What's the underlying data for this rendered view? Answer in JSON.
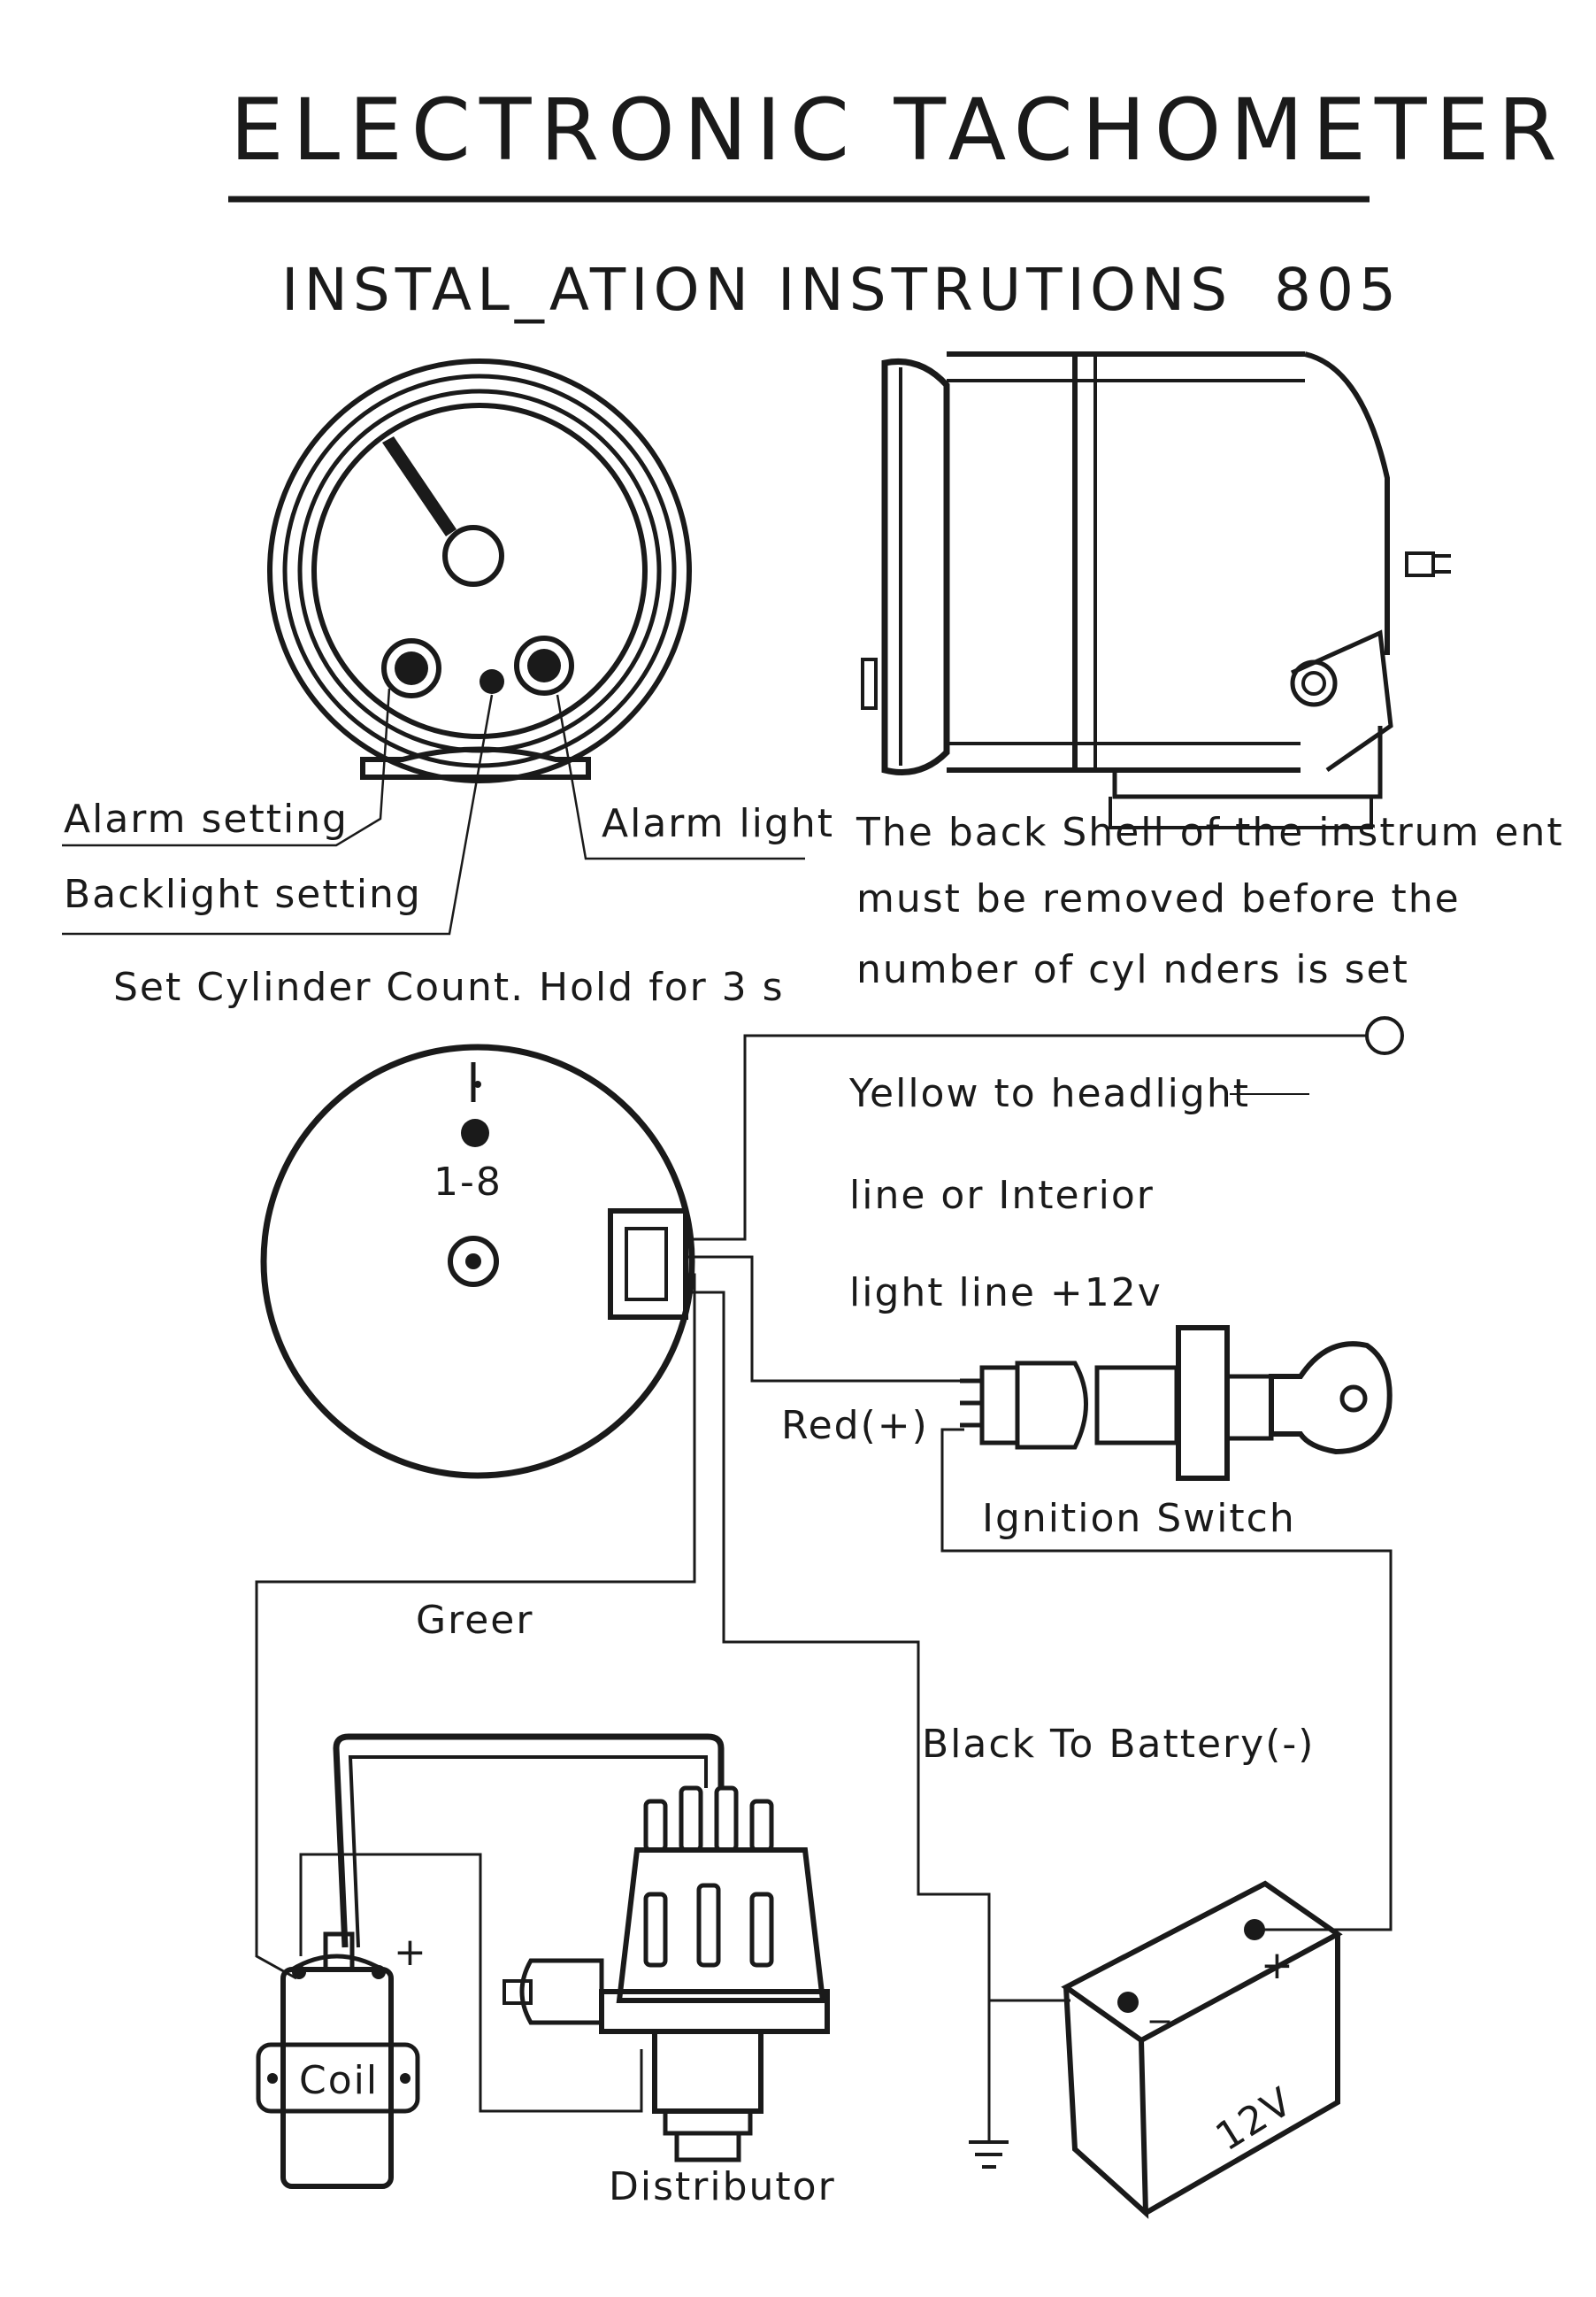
{
  "header": {
    "title": "ELECTRONIC  TACHOMETER",
    "subtitle": "INSTAL_ATION INSTRUTIONS",
    "model": "805"
  },
  "front_view": {
    "alarm_setting": "Alarm setting",
    "backlight_setting": "Backlight setting",
    "alarm_light": "Alarm light",
    "set_cylinder": "Set Cylinder Count. Hold for 3 s"
  },
  "back_note": {
    "line1": "The back Shell of the instrum ent",
    "line2": "must be removed before the",
    "line3": "number of cyl nders is set"
  },
  "wiring": {
    "dial_label": "1-8",
    "yellow_line1": "Yellow to headlight",
    "yellow_line2": "line or Interior",
    "yellow_line3": "light line +12v",
    "red": "Red(+)",
    "ignition": "Ignition Switch",
    "green": "Greer",
    "black": "Black To Battery(-)",
    "coil": "Coil",
    "coil_plus": "+",
    "distributor": "Distributor",
    "battery_minus": "_",
    "battery_plus": "+",
    "battery_voltage": "12V"
  }
}
